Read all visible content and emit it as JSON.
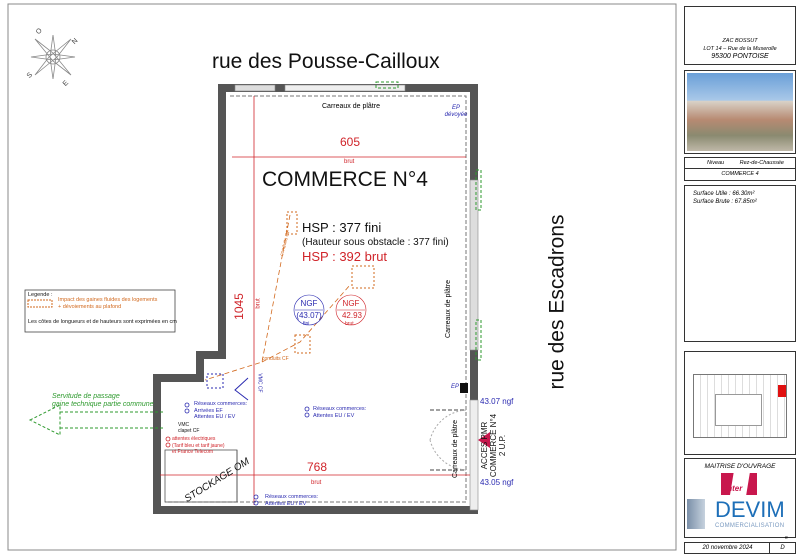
{
  "plan": {
    "street_top": "rue des Pousse-Cailloux",
    "street_right": "rue des Escadrons",
    "title": "COMMERCE N°4",
    "ceiling_top": "Carreaux de plâtre",
    "ceiling_right": "Carreaux de plâtre",
    "ceiling_right_bottom": "Carreaux de plâtre",
    "ep_devoyee": "EP dévoyée",
    "ep": "EP",
    "dim_width": "605",
    "dim_width_unit": "brut",
    "dim_length": "1045",
    "dim_length_unit": "brut",
    "dim_bottom": "768",
    "dim_bottom_unit": "brut",
    "hsp_fini": "HSP : 377 fini",
    "hsp_obstacle": "(Hauteur sous obstacle : 377 fini)",
    "hsp_brut": "HSP : 392 brut",
    "ngf_fini": {
      "label": "NGF",
      "value": "(43.07)",
      "unit": "fini"
    },
    "ngf_brut": {
      "label": "NGF",
      "value": "42.93",
      "unit": "brut"
    },
    "conduits_1": "conduits CF",
    "conduits_2": "conduits CF",
    "vmc": "VMC CF",
    "vmc_label": "VMC\nclapet CF",
    "ngf_entry_top": "43.07 ngf",
    "ngf_entry_bottom": "43.05 ngf",
    "acces": [
      "ACCES PMR",
      "COMMERCE N°4",
      "2 U.P."
    ],
    "reseaux_1": [
      "Réseaux commerces:",
      "Arrivées EF",
      "Attentes EU / EV"
    ],
    "reseaux_2": [
      "Réseaux commerces:",
      "Attentes EU / EV"
    ],
    "reseaux_3": [
      "Réseaux commerces:",
      "Attentes EU / EV"
    ],
    "elec": [
      "attentes électriques",
      "(Tarif bleu et tarif jaune)",
      "et France Telecom"
    ],
    "stockage": "STOCKAGE OM",
    "servitude": [
      "Servitude de passage",
      "gaine technique partie commune"
    ],
    "compass": {
      "n": "N",
      "s": "S",
      "e": "E",
      "o": "O"
    }
  },
  "legend": {
    "title": "Legende :",
    "item": [
      "Impact des gaines fluides des logements",
      "+ dévoiements au plafond"
    ],
    "note": "Les côtes de longueurs et de hauteurs sont exprimées en cm"
  },
  "cartouche": {
    "address": [
      "ZAC BOSSUT",
      "LOT 14 – Rue de la Muserolle",
      "95300 PONTOISE"
    ],
    "niveau_label": "Niveau",
    "niveau_value": "Rez-de-Chaussée",
    "lot": "COMMERCE 4",
    "surface_utile": "Surface Utile : 66.30m²",
    "surface_brute": "Surface Brute : 67.85m²",
    "maitrise": "MAITRISE D'OUVRAGE",
    "logo_inter": "inter",
    "logo_devim": "DEVIM",
    "logo_devim_sub": "COMMERCIALISATION",
    "index_top": "e",
    "date": "20 novembre 2024",
    "index": "D"
  },
  "colors": {
    "dim_red": "#d0242a",
    "blue": "#2a2ab0",
    "orange": "#d2691e",
    "green": "#2e9a2e",
    "wall": "#555555",
    "accent_pink": "#c8174d",
    "devim_blue": "#1d6fb8"
  }
}
